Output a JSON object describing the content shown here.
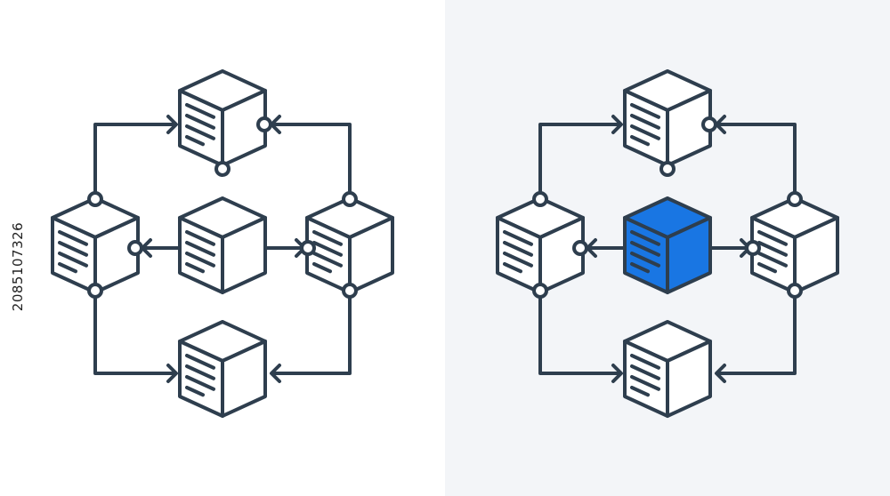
{
  "stock_id": "2085107326",
  "colors": {
    "stroke": "#2e3e4e",
    "cube_fill": "#ffffff",
    "highlight_fill": "#1976e3",
    "right_panel_bg": "#f3f5f8"
  },
  "diagrams": [
    {
      "panel": "left",
      "highlight_center": false
    },
    {
      "panel": "right",
      "highlight_center": true
    }
  ]
}
